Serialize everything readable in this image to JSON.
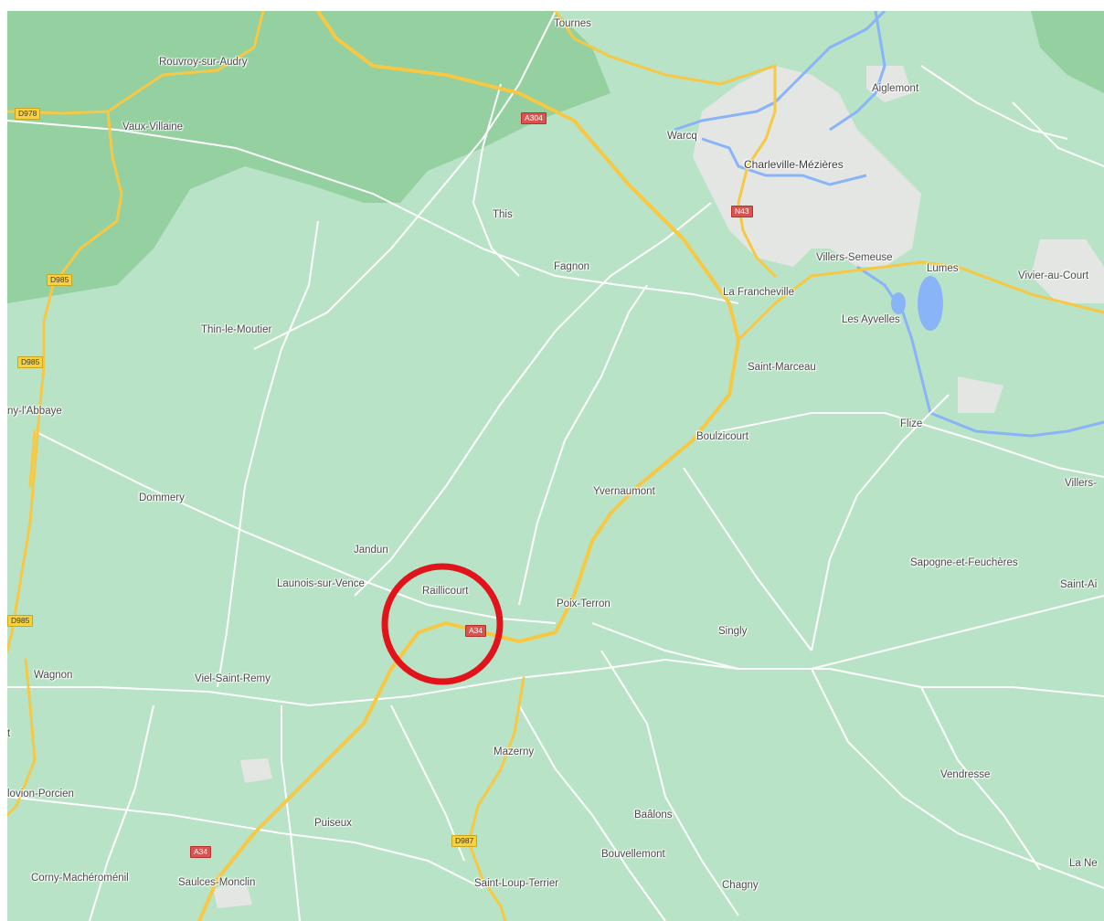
{
  "colors": {
    "land": "#b9e3c6",
    "forest": "#93cf9f",
    "urban": "#e6e8e6",
    "water": "#8ab4f8",
    "highway": "#f7c844",
    "road": "#ffffff",
    "highlight": "#e0141a"
  },
  "places": [
    {
      "id": "rouvroy",
      "label": "Rouvroy-sur-Audry"
    },
    {
      "id": "tournes",
      "label": "Tournes"
    },
    {
      "id": "aiglemont",
      "label": "Aiglemont"
    },
    {
      "id": "vaux",
      "label": "Vaux-Villaine"
    },
    {
      "id": "warcq",
      "label": "Warcq"
    },
    {
      "id": "charleville",
      "label": "Charleville-Mézières"
    },
    {
      "id": "this",
      "label": "This"
    },
    {
      "id": "fagnon",
      "label": "Fagnon"
    },
    {
      "id": "villers-semeuse",
      "label": "Villers-Semeuse"
    },
    {
      "id": "lumes",
      "label": "Lumes"
    },
    {
      "id": "vivier",
      "label": "Vivier-au-Court"
    },
    {
      "id": "francheville",
      "label": "La Francheville"
    },
    {
      "id": "ayvelles",
      "label": "Les Ayvelles"
    },
    {
      "id": "thin",
      "label": "Thin-le-Moutier"
    },
    {
      "id": "saint-marceau",
      "label": "Saint-Marceau"
    },
    {
      "id": "abbaye",
      "label": "ny-l'Abbaye"
    },
    {
      "id": "boulzicourt",
      "label": "Boulzicourt"
    },
    {
      "id": "flize",
      "label": "Flize"
    },
    {
      "id": "villers-r",
      "label": "Villers-"
    },
    {
      "id": "yvernaumont",
      "label": "Yvernaumont"
    },
    {
      "id": "dommery",
      "label": "Dommery"
    },
    {
      "id": "jandun",
      "label": "Jandun"
    },
    {
      "id": "sapogne",
      "label": "Sapogne-et-Feuchères"
    },
    {
      "id": "launois",
      "label": "Launois-sur-Vence"
    },
    {
      "id": "raillicourt",
      "label": "Raillicourt"
    },
    {
      "id": "saint-ai",
      "label": "Saint-Ai"
    },
    {
      "id": "poix",
      "label": "Poix-Terron"
    },
    {
      "id": "singly",
      "label": "Singly"
    },
    {
      "id": "wagnon",
      "label": "Wagnon"
    },
    {
      "id": "viel",
      "label": "Viel-Saint-Remy"
    },
    {
      "id": "t",
      "label": "t"
    },
    {
      "id": "mazerny",
      "label": "Mazerny"
    },
    {
      "id": "vendresse",
      "label": "Vendresse"
    },
    {
      "id": "novion",
      "label": "lovion-Porcien"
    },
    {
      "id": "baalons",
      "label": "Baâlons"
    },
    {
      "id": "puiseux",
      "label": "Puiseux"
    },
    {
      "id": "bouvellemont",
      "label": "Bouvellemont"
    },
    {
      "id": "lane",
      "label": "La Ne"
    },
    {
      "id": "corny",
      "label": "Corny-Machéroménil"
    },
    {
      "id": "saulces",
      "label": "Saulces-Monclin"
    },
    {
      "id": "saint-loup",
      "label": "Saint-Loup-Terrier"
    },
    {
      "id": "chagny",
      "label": "Chagny"
    }
  ],
  "shields": [
    {
      "id": "d978",
      "label": "D978",
      "kind": "departmental"
    },
    {
      "id": "a304",
      "label": "A304",
      "kind": "autoroute"
    },
    {
      "id": "n43",
      "label": "N43",
      "kind": "autoroute"
    },
    {
      "id": "d985-1",
      "label": "D985",
      "kind": "departmental"
    },
    {
      "id": "d985-2",
      "label": "D985",
      "kind": "departmental"
    },
    {
      "id": "d985-3",
      "label": "D985",
      "kind": "departmental"
    },
    {
      "id": "a34-1",
      "label": "A34",
      "kind": "autoroute"
    },
    {
      "id": "a34-2",
      "label": "A34",
      "kind": "autoroute"
    },
    {
      "id": "d987",
      "label": "D987",
      "kind": "departmental"
    }
  ],
  "highlight": {
    "target": "Raillicourt",
    "shape": "circle"
  }
}
